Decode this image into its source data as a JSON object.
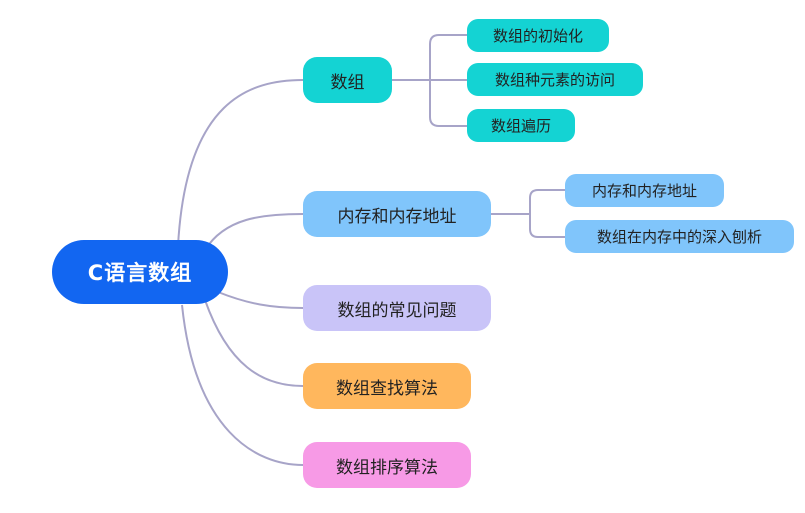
{
  "root": {
    "label": "C语言数组"
  },
  "branches": [
    {
      "label": "数组",
      "color": "#14d3d3",
      "children": [
        {
          "label": "数组的初始化"
        },
        {
          "label": "数组种元素的访问"
        },
        {
          "label": "数组遍历"
        }
      ]
    },
    {
      "label": "内存和内存地址",
      "color": "#80c5fb",
      "children": [
        {
          "label": "内存和内存地址"
        },
        {
          "label": "数组在内存中的深入刨析"
        }
      ]
    },
    {
      "label": "数组的常见问题",
      "color": "#c9c4f8",
      "children": []
    },
    {
      "label": "数组查找算法",
      "color": "#ffb75d",
      "children": []
    },
    {
      "label": "数组排序算法",
      "color": "#f79ae6",
      "children": []
    }
  ],
  "colors": {
    "root": "#1266f1",
    "connector": "#a7a4c8",
    "background": "#ffffff"
  }
}
